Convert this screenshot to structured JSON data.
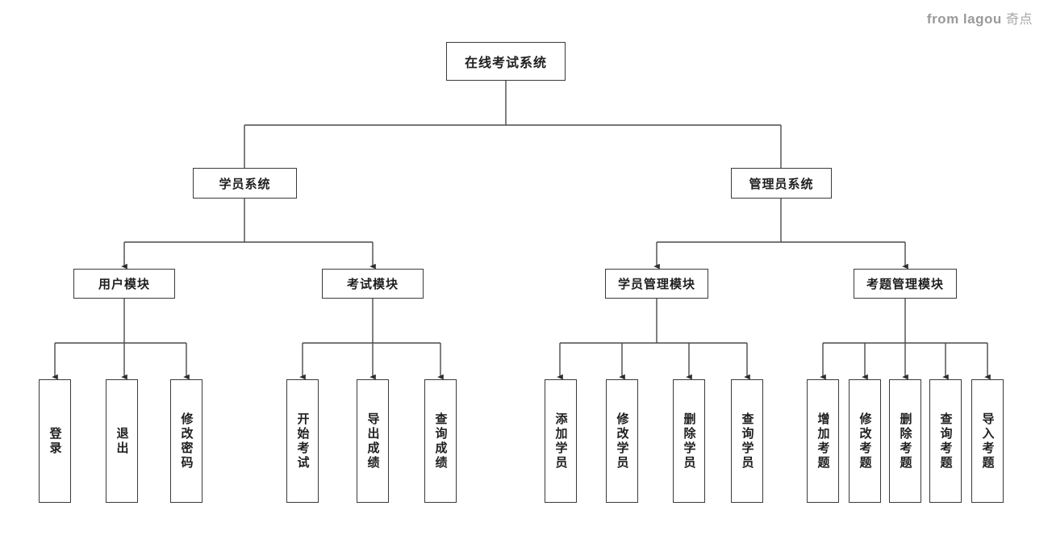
{
  "watermark": {
    "prefix": "from lagou",
    "suffix": "奇点"
  },
  "diagram": {
    "type": "tree",
    "title": "在线考试系统",
    "colors": {
      "border": "#3a3a3a",
      "text": "#1f1f1f",
      "background": "#ffffff",
      "edge": "#4a4a4a",
      "watermark": "#9a9a9a"
    },
    "root": {
      "label": "在线考试系统"
    },
    "level2": [
      {
        "label": "学员系统"
      },
      {
        "label": "管理员系统"
      }
    ],
    "level3": [
      {
        "label": "用户模块"
      },
      {
        "label": "考试模块"
      },
      {
        "label": "学员管理模块"
      },
      {
        "label": "考题管理模块"
      }
    ],
    "leaves": {
      "user_module": [
        {
          "label": "登录"
        },
        {
          "label": "退出"
        },
        {
          "label": "修改密码"
        }
      ],
      "exam_module": [
        {
          "label": "开始考试"
        },
        {
          "label": "导出成绩"
        },
        {
          "label": "查询成绩"
        }
      ],
      "student_admin_module": [
        {
          "label": "添加学员"
        },
        {
          "label": "修改学员"
        },
        {
          "label": "删除学员"
        },
        {
          "label": "查询学员"
        }
      ],
      "question_admin_module": [
        {
          "label": "增加考题"
        },
        {
          "label": "修改考题"
        },
        {
          "label": "删除考题"
        },
        {
          "label": "查询考题"
        },
        {
          "label": "导入考题"
        }
      ]
    }
  }
}
